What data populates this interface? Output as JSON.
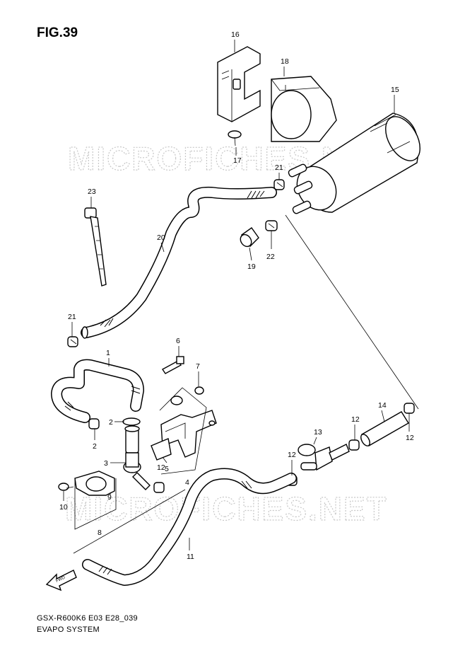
{
  "figure": {
    "title": "FIG.39",
    "model_code": "GSX-R600K6 E03 E28_039",
    "section_name": "EVAPO SYSTEM",
    "watermark_upper": "MICROFICHES.NET",
    "watermark_lower": "MICROFICHES.NET",
    "direction_arrow_text": "FWD"
  },
  "callouts": [
    "1",
    "2",
    "2",
    "3",
    "4",
    "5",
    "6",
    "7",
    "8",
    "9",
    "10",
    "11",
    "12",
    "12",
    "12",
    "12",
    "13",
    "14",
    "15",
    "16",
    "17",
    "18",
    "19",
    "20",
    "21",
    "21",
    "22",
    "23"
  ]
}
